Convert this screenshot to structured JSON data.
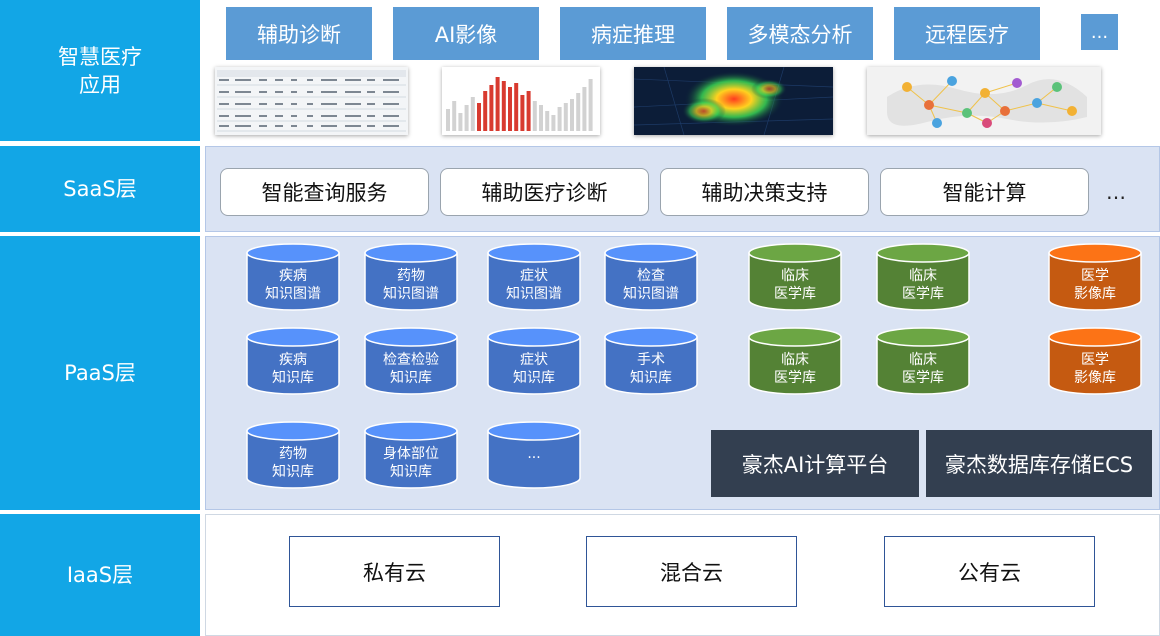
{
  "layers": {
    "app": "智慧医疗\n应用",
    "saas": "SaaS层",
    "paas": "PaaS层",
    "iaas": "IaaS层"
  },
  "apps": [
    "辅助诊断",
    "AI影像",
    "病症推理",
    "多模态分析",
    "远程医疗",
    "..."
  ],
  "saas_services": [
    "智能查询服务",
    "辅助医疗诊断",
    "辅助决策支持",
    "智能计算"
  ],
  "saas_more": "…",
  "paas": {
    "blue_dbs": [
      [
        "疾病",
        "知识图谱"
      ],
      [
        "药物",
        "知识图谱"
      ],
      [
        "症状",
        "知识图谱"
      ],
      [
        "检查",
        "知识图谱"
      ],
      [
        "疾病",
        "知识库"
      ],
      [
        "检查检验",
        "知识库"
      ],
      [
        "症状",
        "知识库"
      ],
      [
        "手术",
        "知识库"
      ],
      [
        "药物",
        "知识库"
      ],
      [
        "身体部位",
        "知识库"
      ],
      [
        "...",
        ""
      ]
    ],
    "green_dbs": [
      [
        "临床",
        "医学库"
      ],
      [
        "临床",
        "医学库"
      ],
      [
        "临床",
        "医学库"
      ],
      [
        "临床",
        "医学库"
      ]
    ],
    "orange_dbs": [
      [
        "医学",
        "影像库"
      ],
      [
        "医学",
        "影像库"
      ]
    ],
    "ai_platform": "豪杰AI计算平台",
    "db_storage": "豪杰数据库存储ECS"
  },
  "clouds": [
    "私有云",
    "混合云",
    "公有云"
  ],
  "colors": {
    "layer_label": "#12a6e6",
    "app_tab": "#5b9bd5",
    "panel": "#dae3f3",
    "db_blue": "#4472c4",
    "db_green": "#548235",
    "db_orange": "#c55a11",
    "platform": "#333f50",
    "cloud_border": "#2f5597"
  }
}
